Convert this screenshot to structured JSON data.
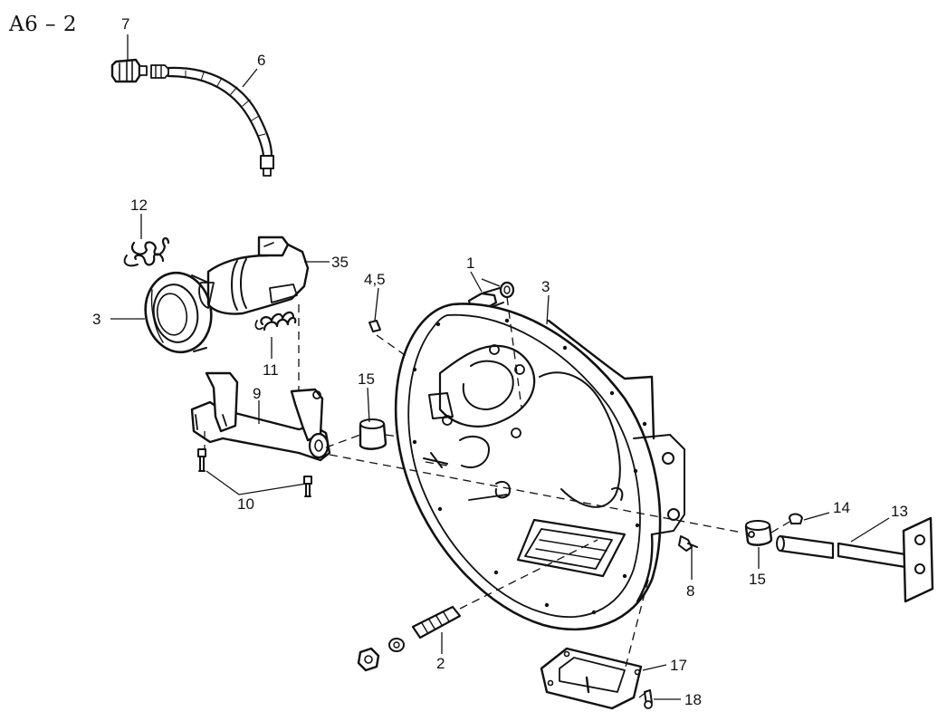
{
  "page_label": "A6 – 2",
  "callouts": {
    "c7": "7",
    "c6": "6",
    "c12": "12",
    "c35": "35",
    "c3a": "3",
    "c11": "11",
    "c9": "9",
    "c10": "10",
    "c45": "4,5",
    "c15a": "15",
    "c1": "1",
    "c3b": "3",
    "c14": "14",
    "c13": "13",
    "c15b": "15",
    "c8": "8",
    "c2": "2",
    "c17": "17",
    "c18": "18"
  },
  "parts": [
    {
      "id": "part-1",
      "kind": "bolt"
    },
    {
      "id": "part-2",
      "kind": "stud-with-nut-and-washer"
    },
    {
      "id": "part-3",
      "kind": "release-bearing-and-clutch-housing"
    },
    {
      "id": "part-4-5",
      "kind": "dowel"
    },
    {
      "id": "part-6",
      "kind": "lubrication-hose"
    },
    {
      "id": "part-7",
      "kind": "grease-fitting-cap"
    },
    {
      "id": "part-8",
      "kind": "grease-nipple"
    },
    {
      "id": "part-9",
      "kind": "release-fork"
    },
    {
      "id": "part-10",
      "kind": "fork-bolt"
    },
    {
      "id": "part-11",
      "kind": "spring"
    },
    {
      "id": "part-12",
      "kind": "return-spring"
    },
    {
      "id": "part-13",
      "kind": "release-shaft"
    },
    {
      "id": "part-14",
      "kind": "woodruff-key"
    },
    {
      "id": "part-15",
      "kind": "bushing"
    },
    {
      "id": "part-17",
      "kind": "inspection-cover"
    },
    {
      "id": "part-18",
      "kind": "cover-screw"
    },
    {
      "id": "part-35",
      "kind": "bearing-carrier"
    }
  ]
}
